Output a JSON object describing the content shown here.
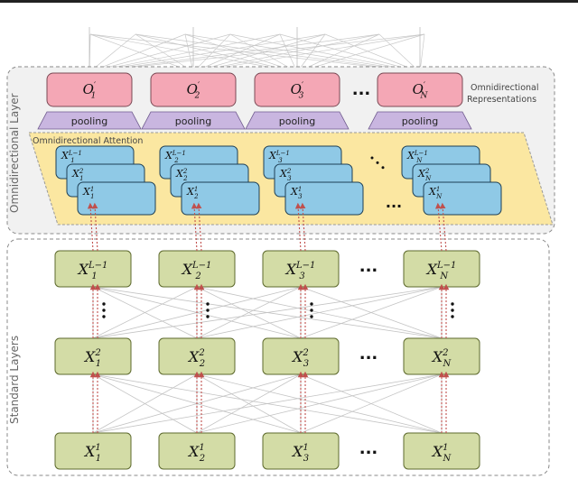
{
  "sections": {
    "omni_layer": "Omnidirectional Layer",
    "standard_layers": "Standard Layers",
    "omni_attention": "Omnidirectional Attention",
    "omni_repr_line1": "Omnidirectional",
    "omni_repr_line2": "Representations"
  },
  "pooling_label": "pooling",
  "ellipsis": "...",
  "outputs": [
    {
      "base": "O",
      "sub": "1",
      "sup": "′"
    },
    {
      "base": "O",
      "sub": "2",
      "sup": "′"
    },
    {
      "base": "O",
      "sub": "3",
      "sup": "′"
    },
    {
      "base": "O",
      "sub": "N",
      "sup": "′"
    }
  ],
  "stacks": [
    {
      "sub": "1"
    },
    {
      "sub": "2"
    },
    {
      "sub": "3"
    },
    {
      "sub": "N"
    }
  ],
  "stack_sups": [
    "L−1",
    "2",
    "1"
  ],
  "rows": [
    {
      "sup": "L−1",
      "subs": [
        "1",
        "2",
        "3",
        "N"
      ]
    },
    {
      "sup": "2",
      "subs": [
        "1",
        "2",
        "3",
        "N"
      ]
    },
    {
      "sup": "1",
      "subs": [
        "1",
        "2",
        "3",
        "N"
      ]
    }
  ],
  "colors": {
    "output_fill": "#f4a7b5",
    "pool_fill": "#c9b6e0",
    "attention_fill": "#fbe7a1",
    "stack_fill": "#8fc9e6",
    "node_fill": "#d3dca6",
    "arrow": "#c0504d"
  }
}
